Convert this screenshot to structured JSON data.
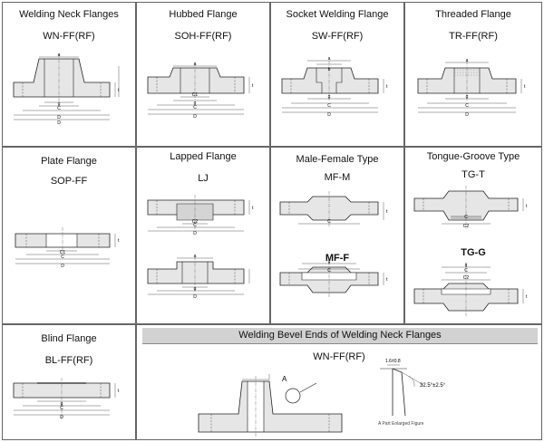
{
  "cells": {
    "welding_neck": {
      "title": "Welding Neck Flanges",
      "code": "WN-FF(RF)"
    },
    "hubbed": {
      "title": "Hubbed Flange",
      "code": "SOH-FF(RF)"
    },
    "socket_welding": {
      "title": "Socket Welding Flange",
      "code": "SW-FF(RF)"
    },
    "threaded": {
      "title": "Threaded Flange",
      "code": "TR-FF(RF)"
    },
    "plate": {
      "title": "Plate Flange",
      "code": "SOP-FF"
    },
    "lapped": {
      "title": "Lapped Flange",
      "code": "LJ"
    },
    "male_female": {
      "title": "Male-Female Type",
      "code_top": "MF-M",
      "code_bottom": "MF-F"
    },
    "tongue_groove": {
      "title": "Tongue-Groove Type",
      "code_top": "TG-T",
      "code_bottom": "TG-G"
    },
    "blind": {
      "title": "Blind Flange",
      "code": "BL-FF(RF)"
    },
    "bevel": {
      "band": "Welding Bevel Ends of Welding Neck Flanges",
      "code": "WN-FF(RF)",
      "marker": "A",
      "dim_top": "1.6±0.8",
      "angle": "32.5°±2.5°",
      "caption": "A Part Enlarged Figure"
    }
  },
  "dims": {
    "a": "a",
    "g": "g",
    "c": "C",
    "d": "D",
    "t": "t",
    "h": "h",
    "c1": "C1",
    "c2": "C2",
    "b": "b",
    "f": "f"
  }
}
